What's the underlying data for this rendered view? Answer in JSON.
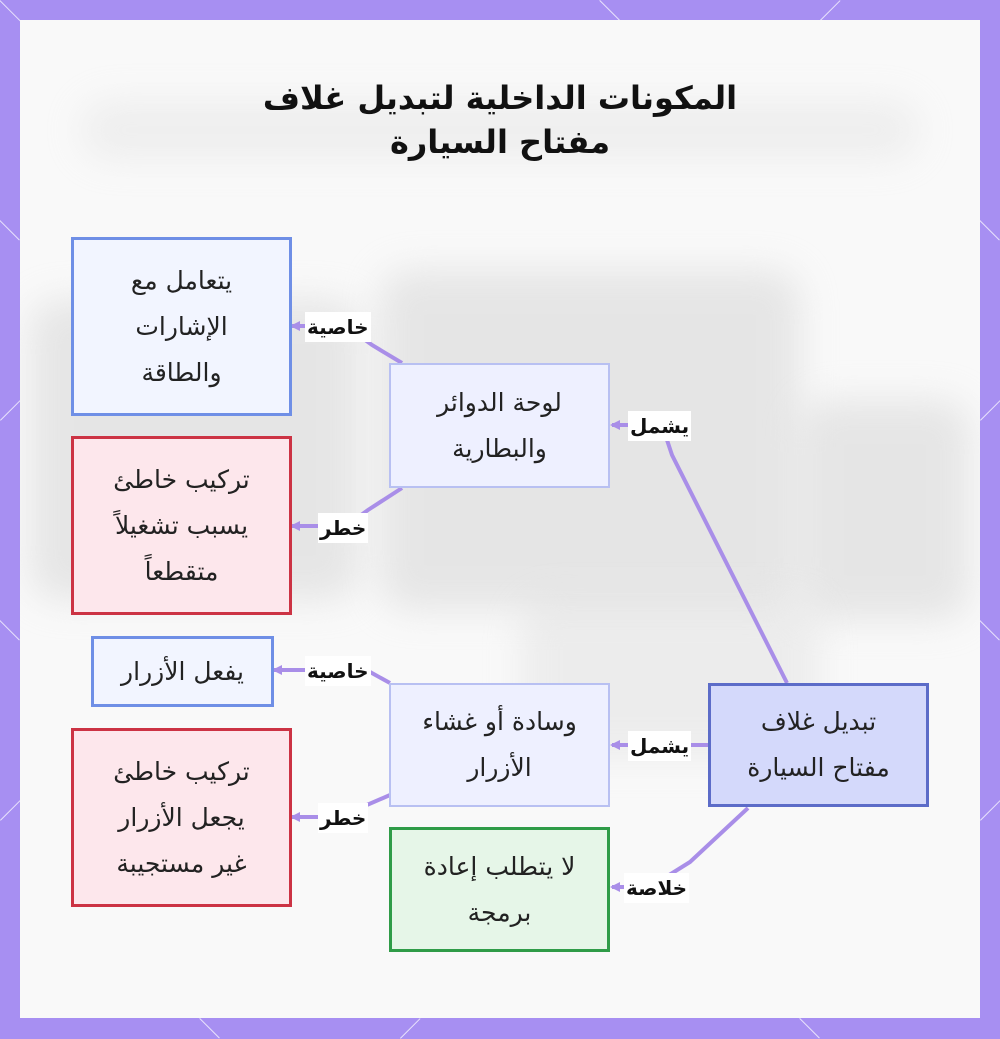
{
  "title": {
    "line1": "المكونات الداخلية لتبديل غلاف",
    "line2": "مفتاح السيارة"
  },
  "nodes": {
    "root": {
      "line1": "تبديل غلاف",
      "line2": "مفتاح السيارة"
    },
    "board": {
      "line1": "لوحة الدوائر",
      "line2": "والبطارية"
    },
    "board_feature": {
      "line1": "يتعامل مع",
      "line2": "الإشارات",
      "line3": "والطاقة"
    },
    "board_risk": {
      "line1": "تركيب خاطئ",
      "line2": "يسبب تشغيلاً",
      "line3": "متقطعاً"
    },
    "pad": {
      "line1": "وسادة أو غشاء",
      "line2": "الأزرار"
    },
    "pad_feature": {
      "line1": "يفعل الأزرار"
    },
    "pad_risk": {
      "line1": "تركيب خاطئ",
      "line2": "يجعل الأزرار",
      "line3": "غير مستجيبة"
    },
    "summary": {
      "line1": "لا يتطلب إعادة",
      "line2": "برمجة"
    }
  },
  "edges": {
    "root_board": "يشمل",
    "root_pad": "يشمل",
    "root_summary": "خلاصة",
    "board_feature": "خاصية",
    "board_risk": "خطر",
    "pad_feature": "خاصية",
    "pad_risk": "خطر"
  },
  "colors": {
    "background": "#a78ff2",
    "panel": "#f9f9f9",
    "connector": "#a98ee8",
    "feature_border": "#6f8fe6",
    "risk_border": "#cc3344",
    "root_border": "#5c6cc8",
    "summary_border": "#2f9c48"
  }
}
